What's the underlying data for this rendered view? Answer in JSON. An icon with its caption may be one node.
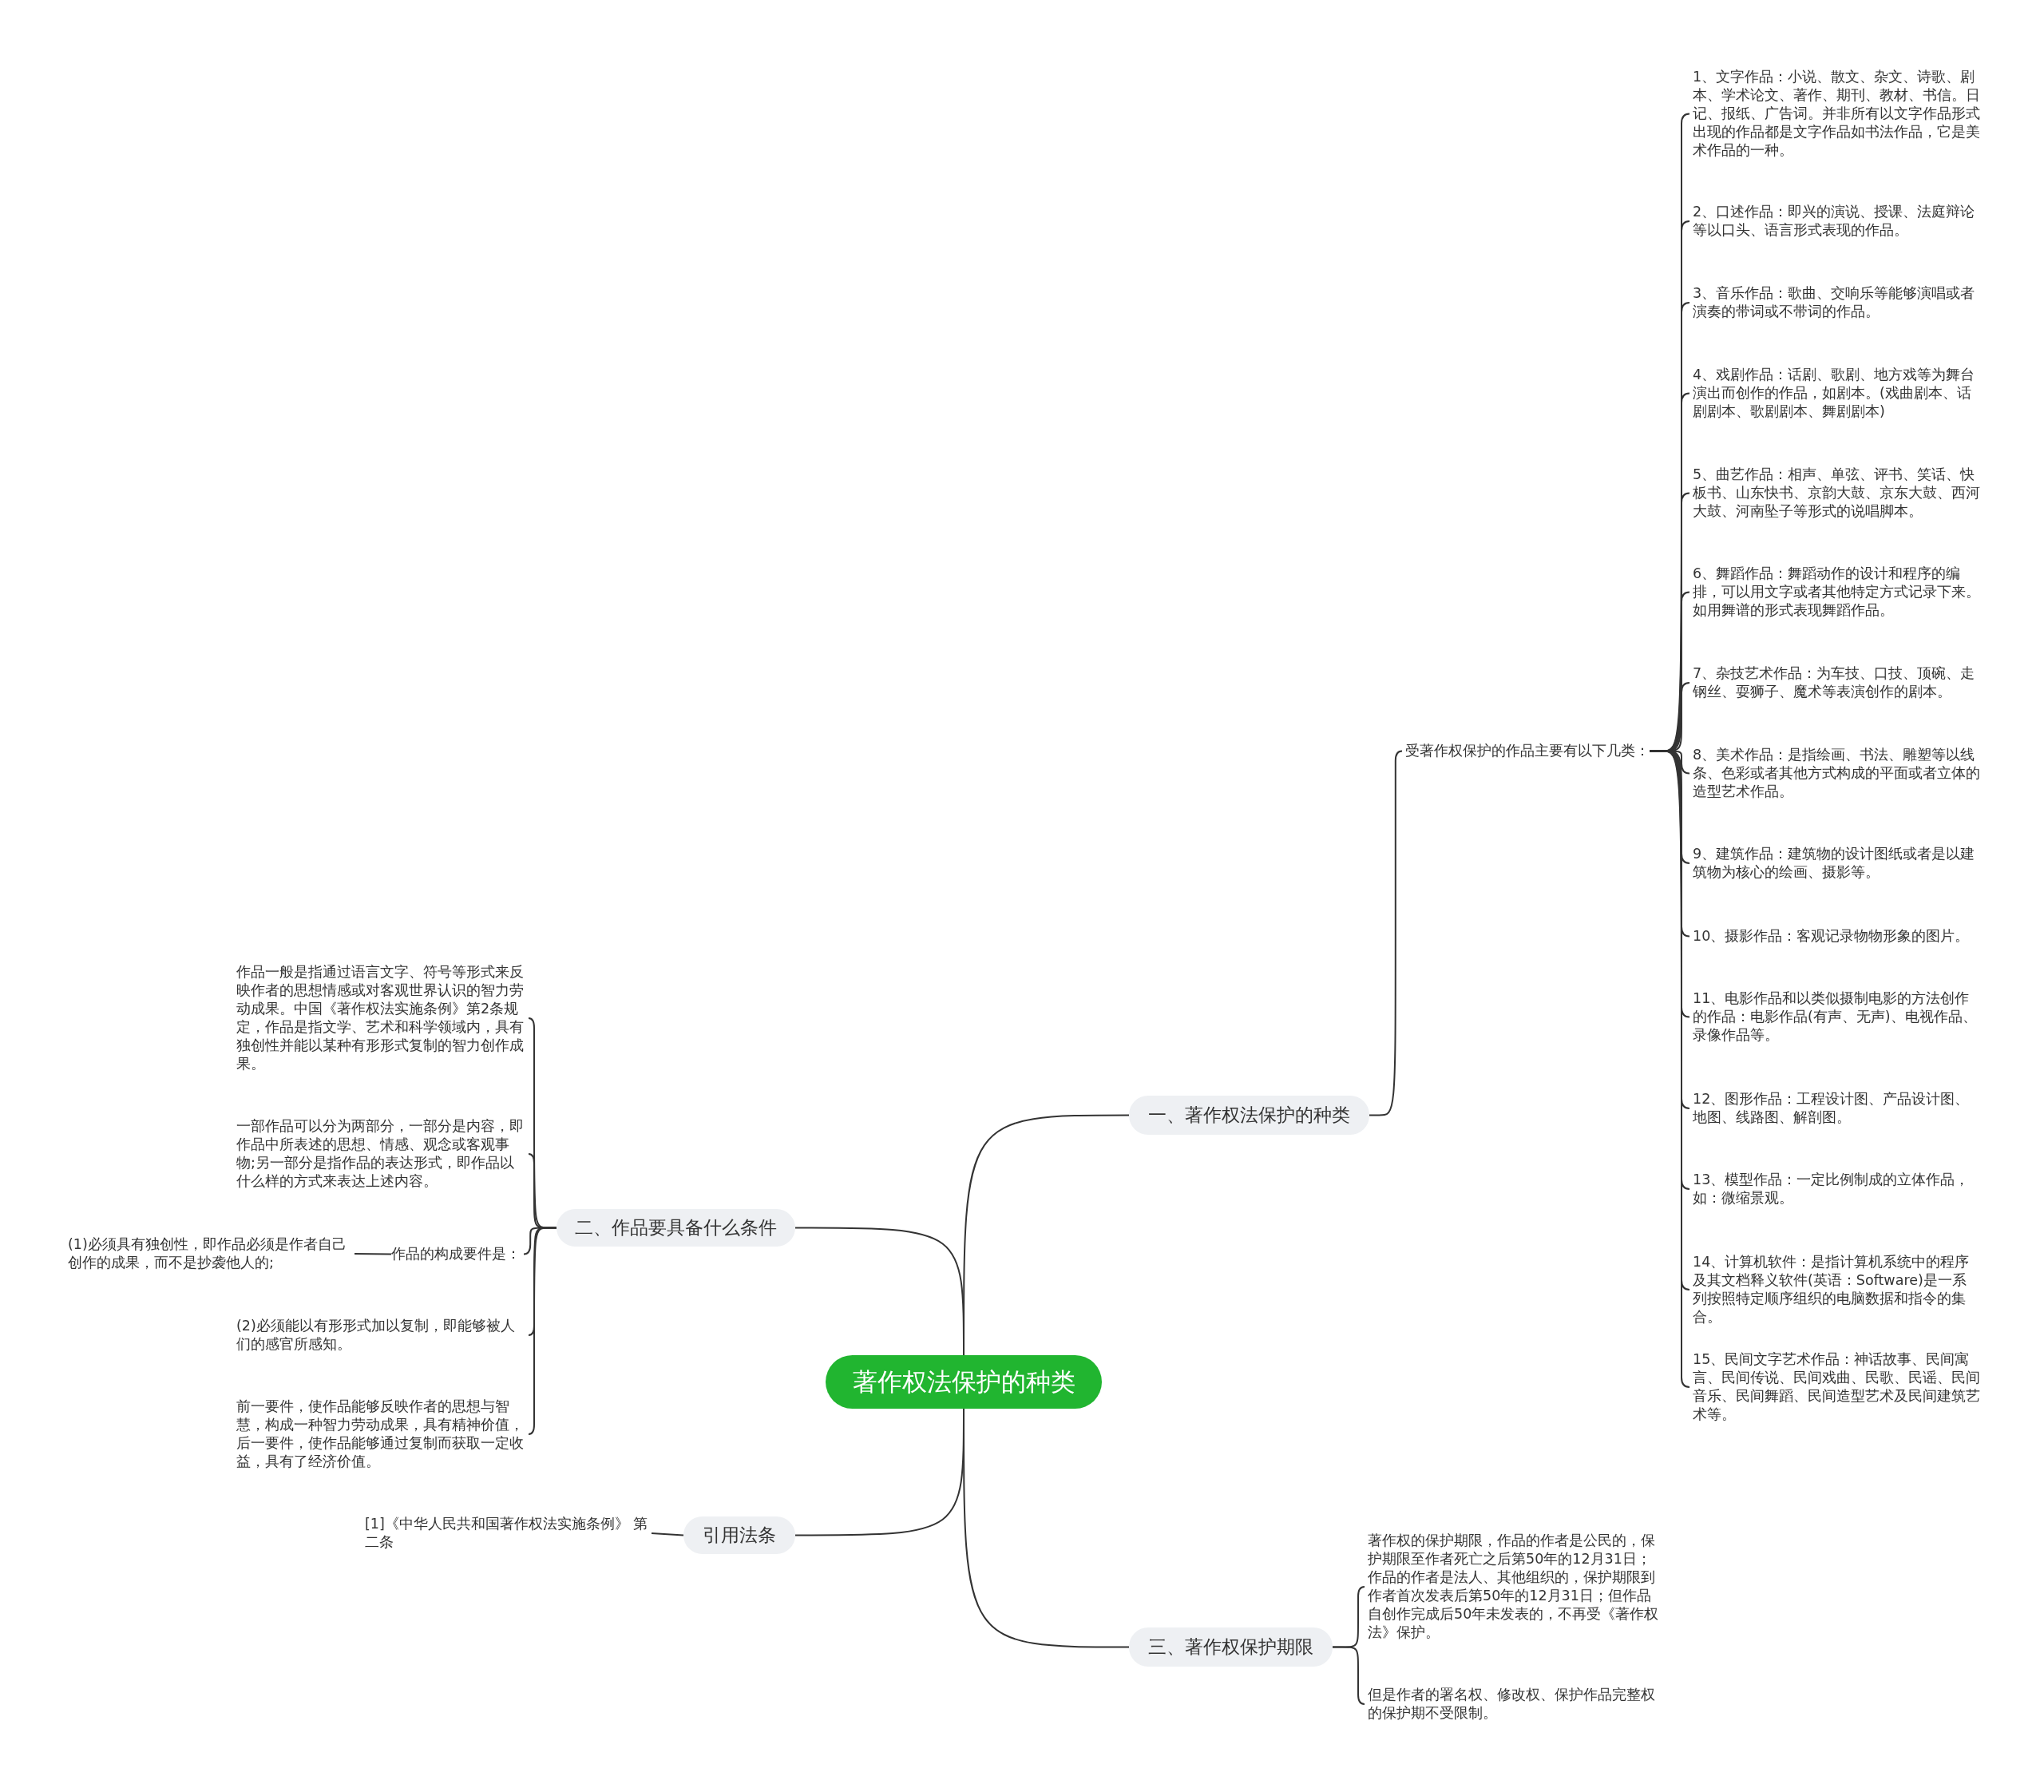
{
  "diagram": {
    "nodes": [
      {
        "text": [
          "著作权法保护的种类"
        ]
      },
      {
        "text": [
          "一、著作权法保护的种类"
        ]
      },
      {
        "text": [
          "受著作权保护的作品主要有以下几类："
        ]
      },
      {
        "text": [
          "1、文字作品：小说、散文、杂文、诗歌、剧本、学术论文、著作、期刊、教材、书信。日记、报纸、广告词。并非所有以文字作品形式出现的作品都是文字作品如书法作品，它是美术作品的一种。"
        ]
      },
      {
        "text": [
          "2、口述作品：即兴的演说、授课、法庭辩论等以口头、语言形式表现的作品。"
        ]
      },
      {
        "text": [
          "3、音乐作品：歌曲、交响乐等能够演唱或者演奏的带词或不带词的作品。"
        ]
      },
      {
        "text": [
          "4、戏剧作品：话剧、歌剧、地方戏等为舞台演出而创作的作品，如剧本。(戏曲剧本、话剧剧本、歌剧剧本、舞剧剧本)"
        ]
      },
      {
        "text": [
          "5、曲艺作品：相声、单弦、评书、笑话、快板书、山东快书、京韵大鼓、京东大鼓、西河大鼓、河南坠子等形式的说唱脚本。"
        ]
      },
      {
        "text": [
          "6、舞蹈作品：舞蹈动作的设计和程序的编排，可以用文字或者其他特定方式记录下来。如用舞谱的形式表现舞蹈作品。"
        ]
      },
      {
        "text": [
          "7、杂技艺术作品：为车技、口技、顶碗、走钢丝、耍狮子、魔术等表演创作的剧本。"
        ]
      },
      {
        "text": [
          "8、美术作品：是指绘画、书法、雕塑等以线条、色彩或者其他方式构成的平面或者立体的造型艺术作品。"
        ]
      },
      {
        "text": [
          "9、建筑作品：建筑物的设计图纸或者是以建筑物为核心的绘画、摄影等。"
        ]
      },
      {
        "text": [
          "10、摄影作品：客观记录物物形象的图片。"
        ]
      },
      {
        "text": [
          "11、电影作品和以类似摄制电影的方法创作的作品：电影作品(有声、无声)、电视作品、录像作品等。"
        ]
      },
      {
        "text": [
          "12、图形作品：工程设计图、产品设计图、地图、线路图、解剖图。"
        ]
      },
      {
        "text": [
          "13、模型作品：一定比例制成的立体作品，如：微缩景观。"
        ]
      },
      {
        "text": [
          "14、计算机软件：是指计算机系统中的程序及其文档释义软件(英语：Software)是一系列按照特定顺序组织的电脑数据和指令的集合。"
        ]
      },
      {
        "text": [
          "15、民间文字艺术作品：神话故事、民间寓言、民间传说、民间戏曲、民歌、民谣、民间音乐、民间舞蹈、民间造型艺术及民间建筑艺术等。"
        ]
      },
      {
        "text": [
          "二、作品要具备什么条件"
        ]
      },
      {
        "text": [
          "作品一般是指通过语言文字、符号等形式来反映作者的思想情感或对客观世界认识的智力劳动成果。中国《著作权法实施条例》第2条规定，作品是指文学、艺术和科学领域内，具有独创性并能以某种有形形式复制的智力创作成果。"
        ]
      },
      {
        "text": [
          "一部作品可以分为两部分，一部分是内容，即作品中所表述的思想、情感、观念或客观事物;另一部分是指作品的表达形式，即作品以什么样的方式来表达上述内容。"
        ]
      },
      {
        "text": [
          "作品的构成要件是："
        ]
      },
      {
        "text": [
          "(1)必须具有独创性，即作品必须是作者自己创作的成果，而不是抄袭他人的;"
        ]
      },
      {
        "text": [
          "(2)必须能以有形形式加以复制，即能够被人们的感官所感知。"
        ]
      },
      {
        "text": [
          "前一要件，使作品能够反映作者的思想与智慧，构成一种智力劳动成果，具有精神价值，后一要件，使作品能够通过复制而获取一定收益，具有了经济价值。"
        ]
      },
      {
        "text": [
          "三、著作权保护期限"
        ]
      },
      {
        "text": [
          "著作权的保护期限，作品的作者是公民的，保护期限至作者死亡之后第50年的12月31日；作品的作者是法人、其他组织的，保护期限到作者首次发表后第50年的12月31日；但作品自创作完成后50年未发表的，不再受《著作权法》保护。"
        ]
      },
      {
        "text": [
          "但是作者的署名权、修改权、保护作品完整权的保护期不受限制。"
        ]
      },
      {
        "text": [
          "引用法条"
        ]
      },
      {
        "text": [
          "[1]《中华人民共和国著作权法实施条例》 第二条"
        ]
      }
    ],
    "edges": [
      {
        "from": 0,
        "to": 1,
        "arrow": "none"
      },
      {
        "from": 1,
        "to": 2,
        "arrow": "none"
      },
      {
        "from": 2,
        "to": 3,
        "arrow": "none"
      },
      {
        "from": 2,
        "to": 4,
        "arrow": "none"
      },
      {
        "from": 2,
        "to": 5,
        "arrow": "none"
      },
      {
        "from": 2,
        "to": 6,
        "arrow": "none"
      },
      {
        "from": 2,
        "to": 7,
        "arrow": "none"
      },
      {
        "from": 2,
        "to": 8,
        "arrow": "none"
      },
      {
        "from": 2,
        "to": 9,
        "arrow": "none"
      },
      {
        "from": 2,
        "to": 10,
        "arrow": "none"
      },
      {
        "from": 2,
        "to": 11,
        "arrow": "none"
      },
      {
        "from": 2,
        "to": 12,
        "arrow": "none"
      },
      {
        "from": 2,
        "to": 13,
        "arrow": "none"
      },
      {
        "from": 2,
        "to": 14,
        "arrow": "none"
      },
      {
        "from": 2,
        "to": 15,
        "arrow": "none"
      },
      {
        "from": 2,
        "to": 16,
        "arrow": "none"
      },
      {
        "from": 2,
        "to": 17,
        "arrow": "none"
      },
      {
        "from": 0,
        "to": 18,
        "arrow": "none"
      },
      {
        "from": 18,
        "to": 19,
        "arrow": "none"
      },
      {
        "from": 18,
        "to": 20,
        "arrow": "none"
      },
      {
        "from": 18,
        "to": 21,
        "arrow": "none"
      },
      {
        "from": 21,
        "to": 22,
        "arrow": "none"
      },
      {
        "from": 18,
        "to": 23,
        "arrow": "none"
      },
      {
        "from": 18,
        "to": 24,
        "arrow": "none"
      },
      {
        "from": 0,
        "to": 25,
        "arrow": "none"
      },
      {
        "from": 25,
        "to": 26,
        "arrow": "none"
      },
      {
        "from": 25,
        "to": 27,
        "arrow": "none"
      },
      {
        "from": 0,
        "to": 28,
        "arrow": "none"
      },
      {
        "from": 28,
        "to": 29,
        "arrow": "none"
      }
    ]
  }
}
